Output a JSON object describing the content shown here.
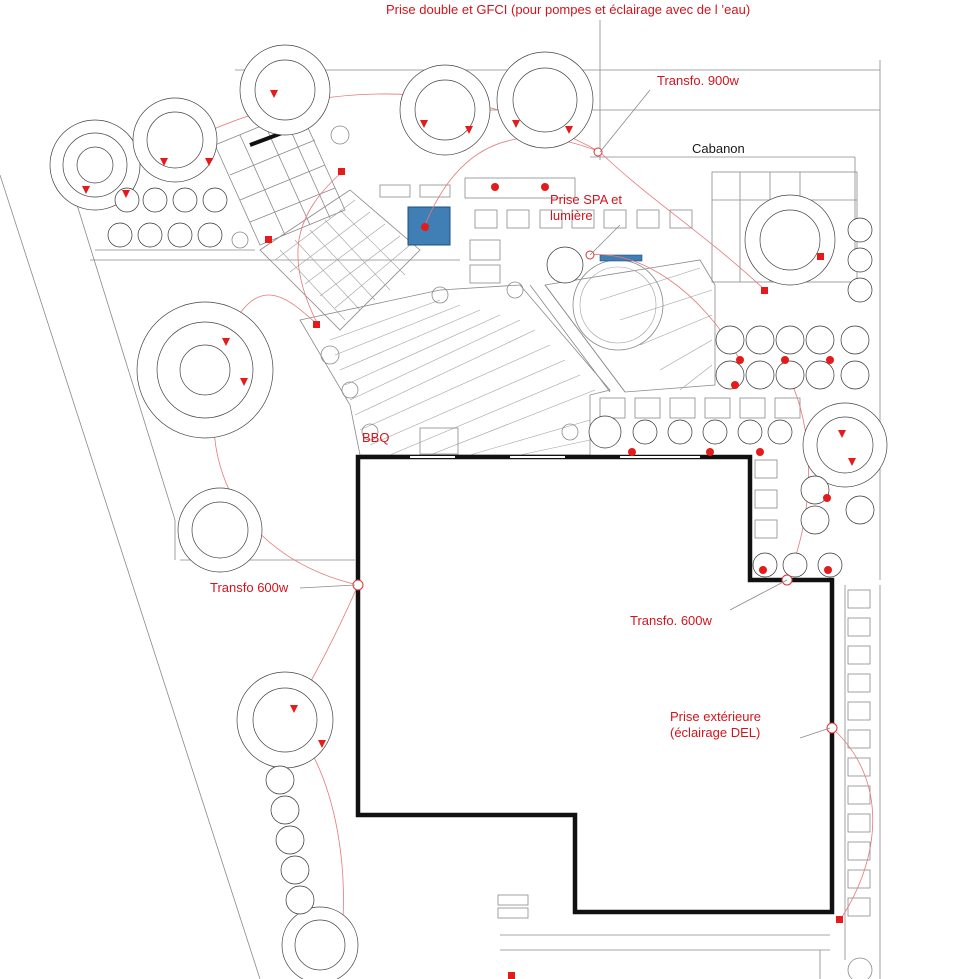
{
  "labels": {
    "gfci": "Prise double et GFCI (pour pompes et éclairage avec de l ’eau)",
    "transfo_900": "Transfo. 900w",
    "cabanon": "Cabanon",
    "spa_line1": "Prise SPA et",
    "spa_line2": "lumière",
    "bbq": "BBQ",
    "transfo_600_left": "Transfo 600w",
    "transfo_600_right": "Transfo. 600w",
    "ext_line1": "Prise extérieure",
    "ext_line2": "(éclairage DEL)"
  },
  "colors": {
    "annotation": "#d4141c",
    "house_outline": "#111111",
    "lines": "#8a8a8a",
    "spa_water": "#3f7fb5"
  },
  "icons": {
    "tree": "tree-canopy-icon",
    "shrub": "shrub-icon",
    "light": "light-point-icon",
    "outlet": "outlet-icon"
  }
}
